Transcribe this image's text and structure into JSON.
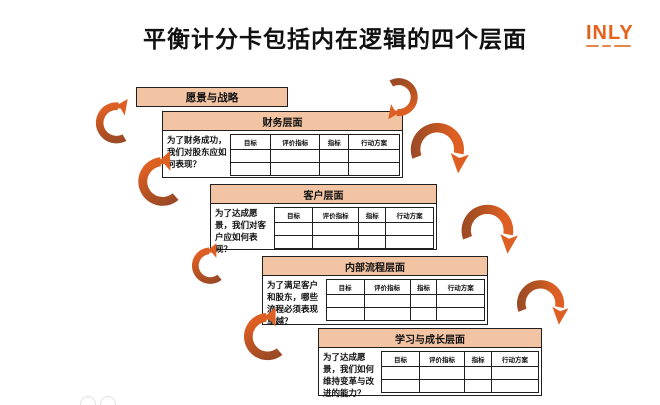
{
  "slide": {
    "title": "平衡计分卡包括内在逻辑的四个层面",
    "logo_text": "INLY",
    "vision_label": "愿景与战略",
    "table_headers": [
      "目标",
      "评价指标",
      "指标",
      "行动方案"
    ],
    "perspectives": [
      {
        "title": "财务层面",
        "question": "为了财务成功，我们对股东应如何表现？"
      },
      {
        "title": "客户层面",
        "question": "为了达成愿景，我们对客户应如何表现？"
      },
      {
        "title": "内部流程层面",
        "question": "为了满足客户和股东，哪些流程必须表现卓越？"
      },
      {
        "title": "学习与成长层面",
        "question": "为了达成愿景，我们如何维持变革与改进的能力？"
      }
    ],
    "colors": {
      "panel_header_peach": "#F2C4A4",
      "arrow_orange": "#DD5F23",
      "arrow_dark_brown": "#9A4A26",
      "logo_orange": "#E8611C",
      "border_black": "#1F1F1F",
      "background": "#FFFFFF"
    }
  }
}
